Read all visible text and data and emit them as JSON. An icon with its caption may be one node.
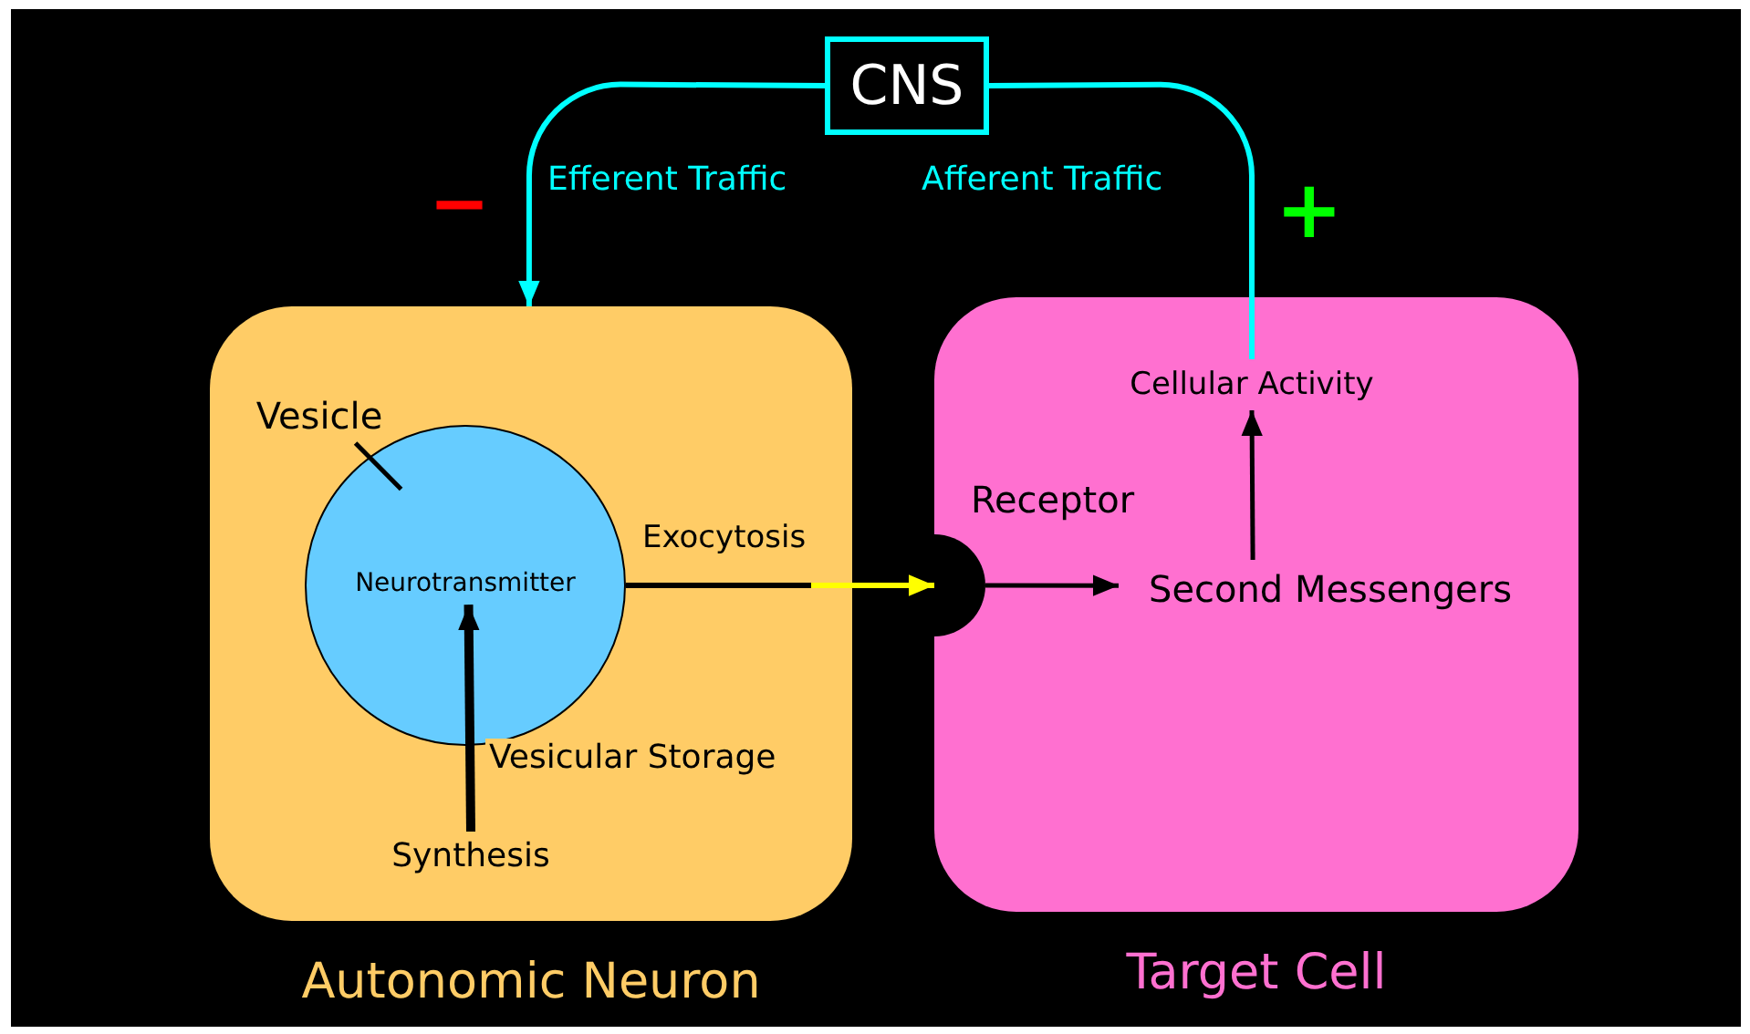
{
  "diagram": {
    "nodes": [
      {
        "text": [
          "CNS"
        ]
      },
      {
        "text": [
          "Autonomic Neuron"
        ]
      },
      {
        "text": [
          "Neurotransmitter"
        ],
        "in": 1
      },
      {
        "text": [
          "Vesicle"
        ],
        "in": 1
      },
      {
        "text": [
          "Synthesis"
        ],
        "in": 1
      },
      {
        "text": [
          "Target Cell"
        ]
      },
      {
        "text": [],
        "shape": "circle",
        "beside": [
          "Receptor"
        ],
        "in": 5
      },
      {
        "text": [
          "Second Messengers"
        ],
        "in": 5
      },
      {
        "text": [
          "Cellular Activity"
        ],
        "in": 5
      }
    ],
    "edges": [
      {
        "from": 0,
        "to": 1,
        "arrow": "to",
        "label": "Efferent Traffic",
        "color": "#00ffff"
      },
      {
        "from": 8,
        "to": 0,
        "arrow": "none",
        "label": "Afferent Traffic",
        "color": "#00ffff"
      },
      {
        "from": 2,
        "to": 6,
        "arrow": "to",
        "label": "Exocytosis",
        "color": "#ffff00"
      },
      {
        "from": 4,
        "to": 2,
        "arrow": "to",
        "label": "Vesicular Storage",
        "style": "thick"
      },
      {
        "from": 6,
        "to": 7,
        "arrow": "to"
      },
      {
        "from": 7,
        "to": 8,
        "arrow": "to"
      },
      {
        "from": 3,
        "to": 2,
        "arrow": "none"
      }
    ],
    "labels": [
      "−",
      "+"
    ]
  }
}
